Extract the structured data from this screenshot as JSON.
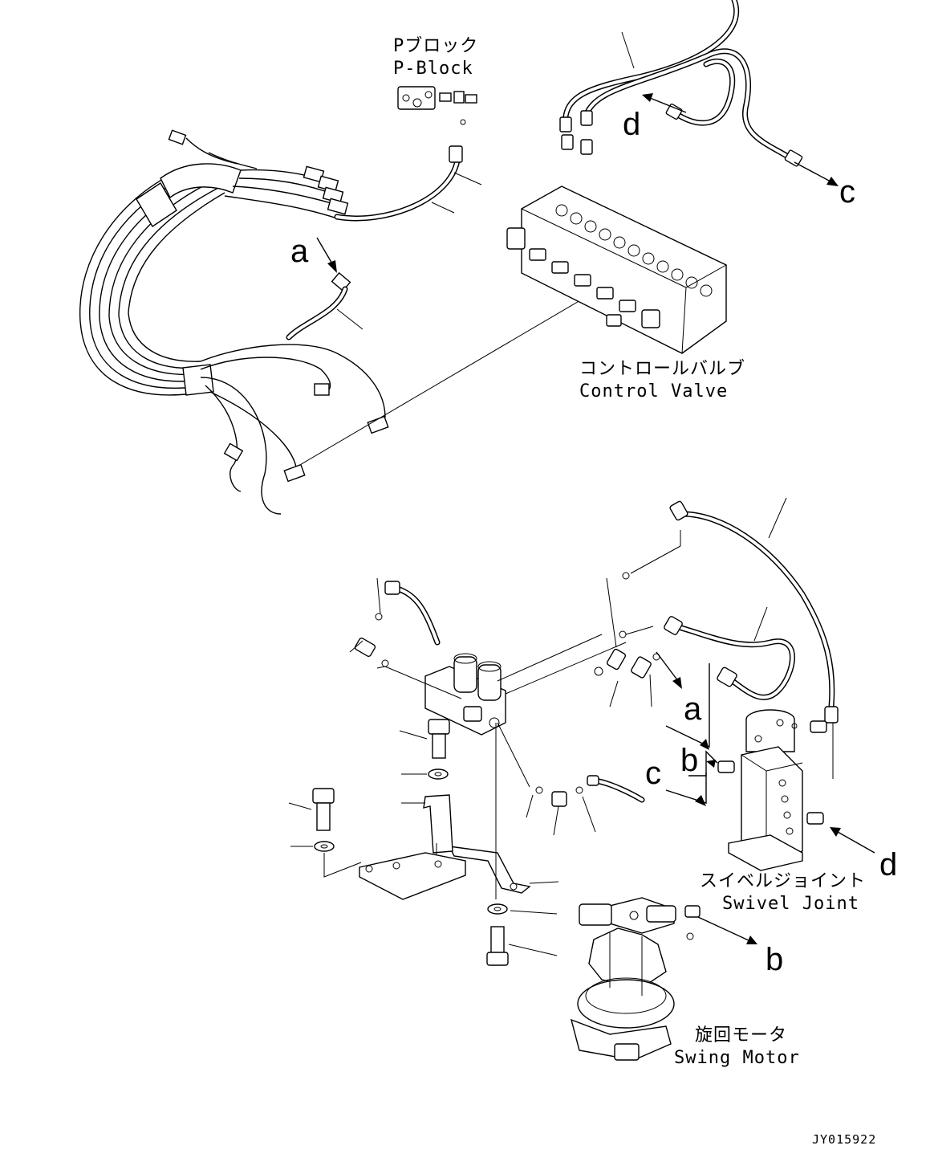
{
  "labels": {
    "p_block_jp": "Pブロック",
    "p_block_en": "P-Block",
    "control_valve_jp": "コントロールバルブ",
    "control_valve_en": "Control Valve",
    "swivel_joint_jp": "スイベルジョイント",
    "swivel_joint_en": "Swivel Joint",
    "swing_motor_jp": "旋回モータ",
    "swing_motor_en": "Swing Motor"
  },
  "connection_letters": {
    "a_top": "a",
    "a_bottom": "a",
    "b_top": "b",
    "b_bottom": "b",
    "c_top": "c",
    "c_bottom": "c",
    "d_top": "d",
    "d_bottom": "d"
  },
  "drawing_code": "JY015922"
}
